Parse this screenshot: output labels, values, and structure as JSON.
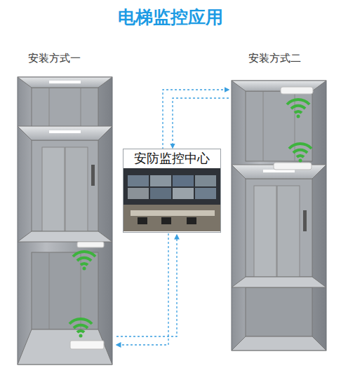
{
  "diagram": {
    "title": "电梯监控应用",
    "nodes": [
      {
        "text": [
          "安防监控中心"
        ]
      }
    ],
    "labels": [
      "安装方式一",
      "安装方式二"
    ]
  }
}
